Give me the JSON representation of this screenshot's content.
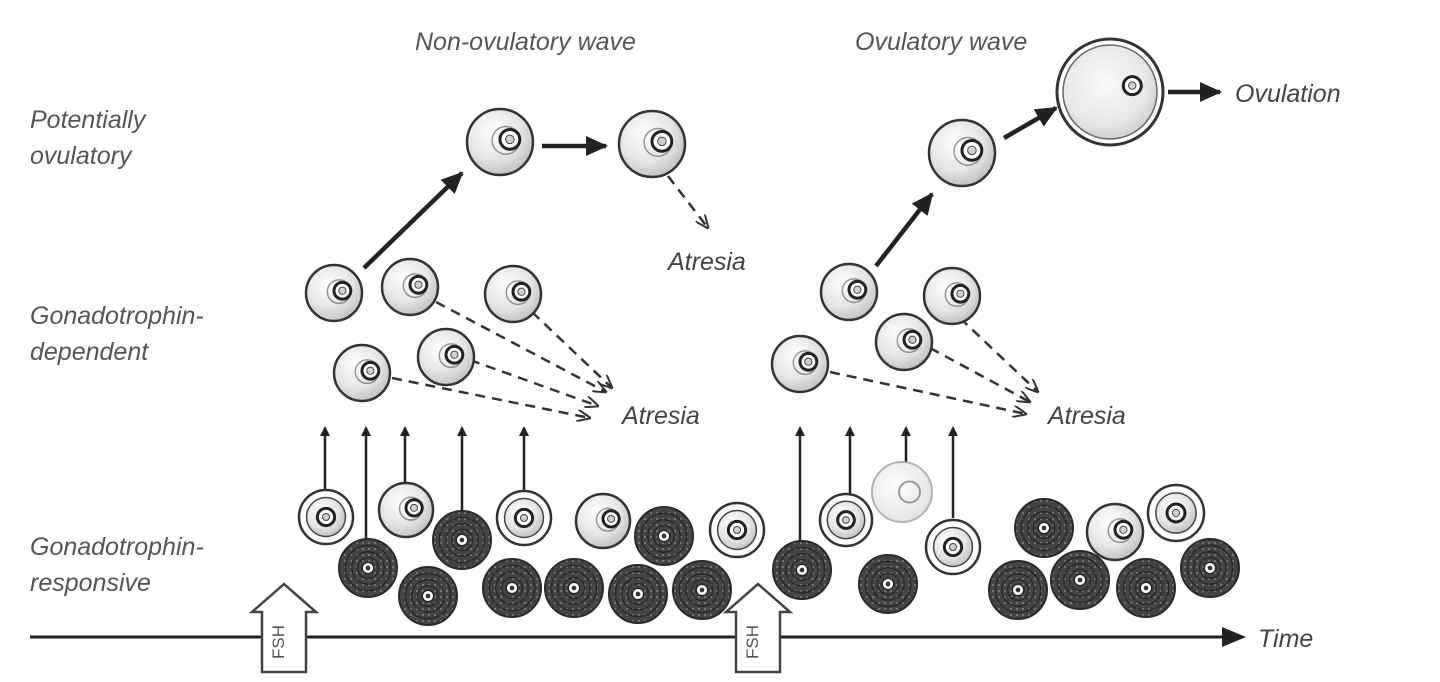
{
  "waves": {
    "non_ovulatory": "Non-ovulatory wave",
    "ovulatory": "Ovulatory wave"
  },
  "stages": {
    "potentially_ovulatory": [
      "Potentially",
      "ovulatory"
    ],
    "gonadotrophin_dependent": [
      "Gonadotrophin-",
      "dependent"
    ],
    "gonadotrophin_responsive": [
      "Gonadotrophin-",
      "responsive"
    ]
  },
  "outcomes": {
    "atresia_dominant_1": "Atresia",
    "atresia_dependent_1": "Atresia",
    "atresia_dependent_2": "Atresia",
    "ovulation": "Ovulation"
  },
  "axis": {
    "time_label": "Time"
  },
  "hormone": {
    "fsh_1": "FSH",
    "fsh_2": "FSH"
  },
  "colors": {
    "line": "#222222",
    "follicle_fill": "#e6e6e6",
    "dark_follicle": "#3a3a3a",
    "text": "#555555"
  }
}
